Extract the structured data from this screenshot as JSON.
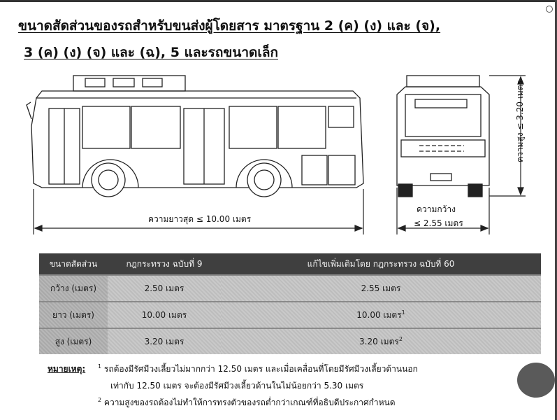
{
  "document": {
    "title_line1": "ขนาดสัดส่วนของรถสำหรับขนส่งผู้โดยสาร มาตรฐาน 2 (ค) (ง) และ (จ),",
    "title_line2": "3 (ค) (ง) (จ) และ (ฉ), 5 และรถขนาดเล็ก"
  },
  "dimensions": {
    "length_label": "ความยาวสุด ≤ 10.00 เมตร",
    "width_label_line1": "ความกว้าง",
    "width_label_line2": "≤ 2.55 เมตร",
    "height_label": "ความสูง ≤ 3.20 เมตร"
  },
  "table": {
    "headers": [
      "ขนาดสัดส่วน",
      "กฎกระทรวง ฉบับที่ 9",
      "แก้ไขเพิ่มเติมโดย กฎกระทรวง ฉบับที่ 60"
    ],
    "rows": [
      {
        "label": "กว้าง (เมตร)",
        "old": "2.50 เมตร",
        "new": "2.55 เมตร",
        "note_mark": ""
      },
      {
        "label": "ยาว (เมตร)",
        "old": "10.00 เมตร",
        "new": "10.00 เมตร",
        "note_mark": "1"
      },
      {
        "label": "สูง (เมตร)",
        "old": "3.20 เมตร",
        "new": "3.20 เมตร",
        "note_mark": "2"
      }
    ]
  },
  "notes": {
    "heading": "หมายเหตุ:",
    "note1_mark": "1",
    "note1_line1": "รถต้องมีรัศมีวงเลี้ยวไม่มากกว่า 12.50 เมตร และเมื่อเคลื่อนที่โดยมีรัศมีวงเลี้ยวด้านนอก",
    "note1_line2": "เท่ากับ 12.50 เมตร จะต้องมีรัศมีวงเลี้ยวด้านในไม่น้อยกว่า 5.30 เมตร",
    "note2_mark": "2",
    "note2_line1": "ความสูงของรถต้องไม่ทำให้การทรงตัวของรถต่ำกว่าเกณฑ์ที่อธิบดีประกาศกำหนด"
  }
}
